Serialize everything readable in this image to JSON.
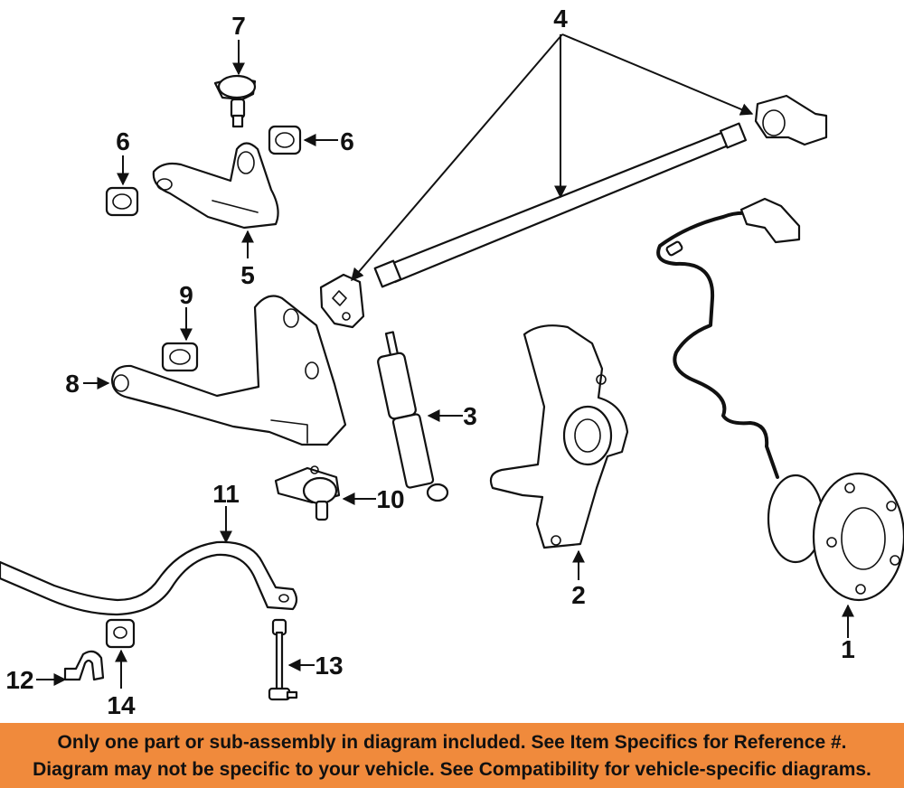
{
  "callouts": {
    "c1": "1",
    "c2": "2",
    "c3": "3",
    "c4": "4",
    "c5": "5",
    "c6a": "6",
    "c6b": "6",
    "c7": "7",
    "c8": "8",
    "c9": "9",
    "c10": "10",
    "c11": "11",
    "c12": "12",
    "c13": "13",
    "c14": "14"
  },
  "notice": {
    "line1": "Only one part or sub-assembly in diagram included. See Item Specifics for Reference #.",
    "line2": "Diagram may not be specific to your vehicle. See Compatibility for vehicle-specific diagrams."
  },
  "colors": {
    "banner": "#f08a3c",
    "ink": "#111111",
    "background": "#ffffff"
  }
}
